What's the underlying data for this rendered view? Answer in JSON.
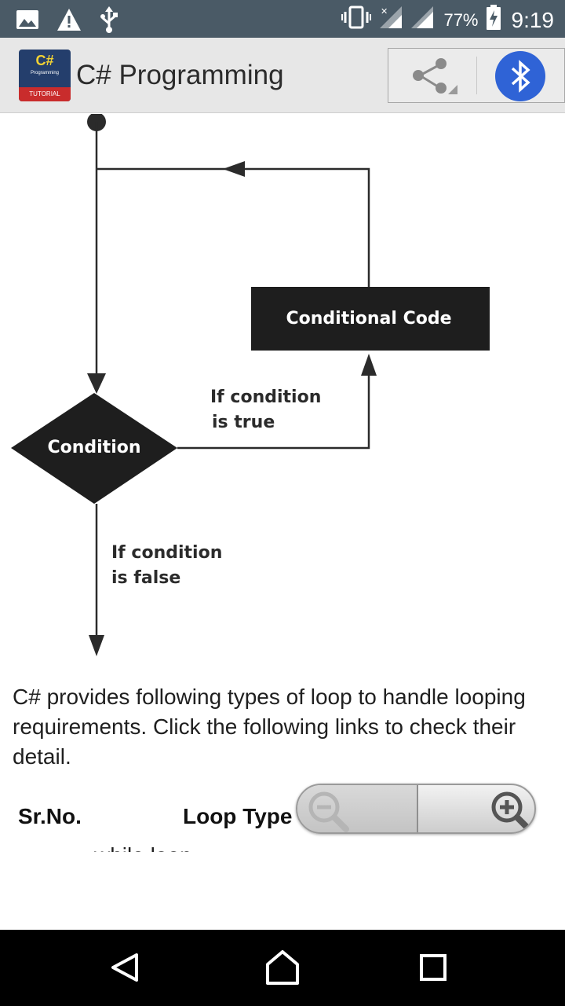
{
  "status_bar": {
    "battery_percent": "77%",
    "time": "9:19",
    "icons": [
      "image-icon",
      "warning-icon",
      "usb-icon",
      "vibrate-icon",
      "no-data-signal-icon",
      "cell-signal-icon",
      "battery-charging-icon"
    ]
  },
  "app_bar": {
    "title": "C# Programming",
    "logo": {
      "top_text": "C#",
      "middle_text": "Programming",
      "band_text": "TUTORIAL"
    },
    "accent_color": "#2f63d6",
    "icons": [
      "share-icon",
      "bluetooth-icon"
    ]
  },
  "flowchart": {
    "nodes": {
      "process": "Conditional Code",
      "decision": "Condition"
    },
    "edge_labels": {
      "true_line1": "If condition",
      "true_line2": "is true",
      "false_line1": "If condition",
      "false_line2": "is false"
    }
  },
  "content": {
    "description": "C# provides following types of loop to handle looping requirements. Click the following links to check their detail.",
    "table": {
      "headers": [
        "Sr.No.",
        "Loop Type"
      ],
      "rows": [
        {
          "type": "while loop"
        }
      ]
    }
  },
  "zoom": {
    "icons": [
      "zoom-out-icon",
      "zoom-in-icon"
    ]
  },
  "nav_bar": {
    "icons": [
      "back-icon",
      "home-icon",
      "recents-icon"
    ]
  }
}
